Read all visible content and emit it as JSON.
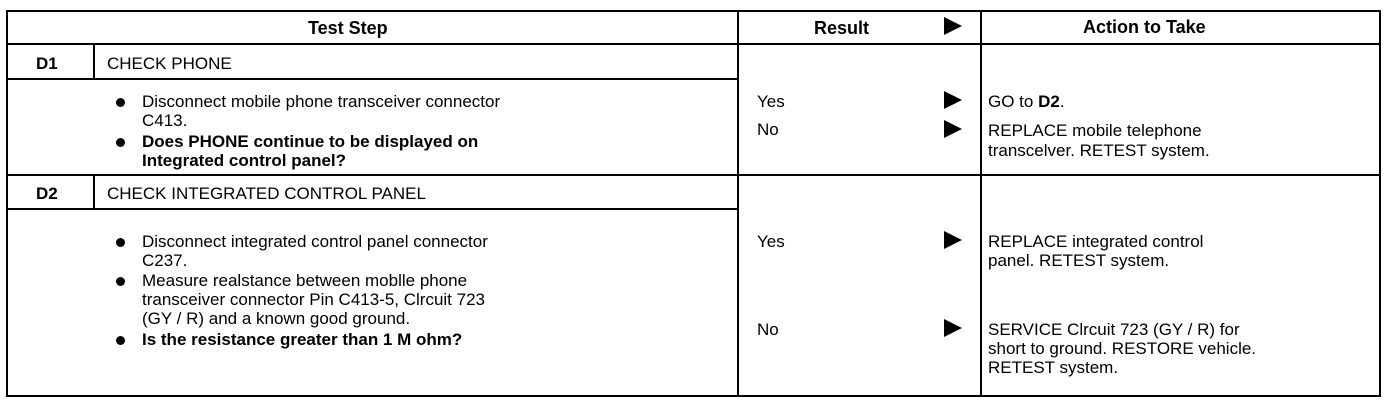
{
  "header": {
    "test_step": "Test Step",
    "result": "Result",
    "action": "Action to Take"
  },
  "steps": [
    {
      "id": "D1",
      "title": "CHECK PHONE",
      "bullets": [
        [
          "Disconnect mobile phone transceiver connector",
          "C413."
        ],
        [
          "Does PHONE continue to be displayed on",
          "Integrated control panel?"
        ]
      ],
      "results": [
        "Yes",
        "No"
      ],
      "actions": [
        [
          "GO to ",
          "D2",
          "."
        ],
        [
          "REPLACE mobile telephone",
          "transcelver. RETEST system."
        ]
      ]
    },
    {
      "id": "D2",
      "title": "CHECK INTEGRATED CONTROL PANEL",
      "bullets": [
        [
          "Disconnect integrated control panel connector",
          "C237."
        ],
        [
          "Measure realstance between moblle phone",
          "transceiver connector Pin C413-5, Clrcuit 723",
          "(GY / R) and a known good ground."
        ],
        [
          "Is the resistance greater than 1 M ohm?"
        ]
      ],
      "results": [
        "Yes",
        "No"
      ],
      "actions": [
        [
          "REPLACE integrated control",
          "panel. RETEST system."
        ],
        [
          "SERVICE Clrcuit 723 (GY / R) for",
          "short to ground. RESTORE vehicle.",
          "RETEST system."
        ]
      ]
    }
  ]
}
